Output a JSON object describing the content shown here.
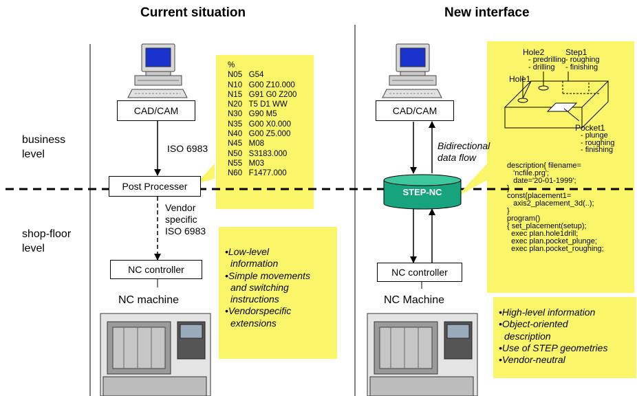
{
  "headings": {
    "left": "Current situation",
    "right": "New interface"
  },
  "levels": {
    "business": [
      "business",
      "level"
    ],
    "shopfloor": [
      "shop-floor",
      "level"
    ]
  },
  "left": {
    "cadcam": "CAD/CAM",
    "iso_label": "ISO 6983",
    "post_processor": "Post Processer",
    "vendor_label": [
      "Vendor",
      "specific",
      "ISO 6983"
    ],
    "nc_controller": "NC controller",
    "nc_machine": "NC machine",
    "gcode": [
      "%",
      "N05   G54",
      "N10   G00 Z10.000",
      "N15   G91 G0 Z200",
      "N20   T5 D1 WW",
      "N30   G90 M5",
      "N35   G00 X0.000",
      "N40   G00 Z5.000",
      "N45   M08",
      "N50   S3183.000",
      "N55   M03",
      "N60   F1477.000"
    ],
    "bullets": [
      "•Low-level",
      " information",
      "•Simple movements",
      " and switching",
      " instructions",
      "•Vendorspecific",
      " extensions"
    ]
  },
  "right": {
    "cadcam": "CAD/CAM",
    "flow_label": [
      "Bidirectional",
      "data flow"
    ],
    "stepnc": "STEP-NC",
    "nc_controller": "NC controller",
    "nc_machine": "NC Machine",
    "features": {
      "hole2": [
        "Hole2",
        "- predrilling",
        "- drilling"
      ],
      "step1": [
        "Step1",
        "- roughing",
        "- finishing"
      ],
      "hole1": "Hole1",
      "pocket1": [
        "Pocket1",
        "- plunge",
        "- roughing",
        "- finishing"
      ]
    },
    "code": [
      "description{ filename=",
      "   'ncfile.prg';",
      "   date='20-01-1999';",
      "}",
      "const{placement1=",
      "   axis2_placement_3d(..);",
      "}",
      "program()",
      "{ set_placement(setup);",
      "  exec plan.hole1drill;",
      "  exec plan.pocket_plunge;",
      "  exec plan.pocket_roughing;"
    ],
    "bullets": [
      "•High-level information",
      "•Object-oriented",
      " description",
      "•Use of STEP geometries",
      "•Vendor-neutral"
    ]
  },
  "colors": {
    "note": "#fbf56a",
    "stepnc": "#17a37d",
    "screen": "#1a33cc"
  }
}
